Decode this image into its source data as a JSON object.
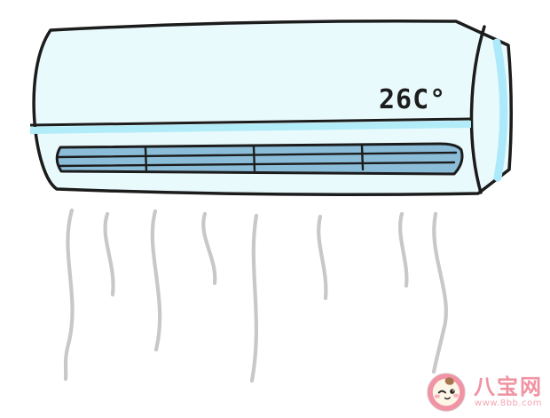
{
  "ac_unit": {
    "display_temperature": "26C°",
    "colors": {
      "body": "#e9fafd",
      "outline": "#1c1c1c",
      "accent_strip": "#b2ecf9",
      "vent": "#8bbdd9",
      "side_highlight": "#ace9fb"
    }
  },
  "airflow": {
    "color": "#c8c8c8",
    "count": 8
  },
  "watermark": {
    "logo_icon": "baby-face-icon",
    "site_name": "八宝网",
    "site_url": "www.8bb.com",
    "colors": {
      "brand_text": "#f192a2",
      "url_text": "#f4a6b4",
      "logo_ring": "#f193a5",
      "logo_face": "#fdf5e5",
      "logo_hair": "#a5764e",
      "logo_blush": "#f6b3c0"
    }
  }
}
